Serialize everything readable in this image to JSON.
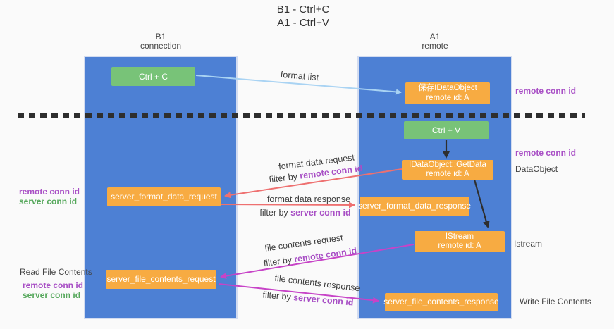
{
  "title": {
    "line1": "B1 - Ctrl+C",
    "line2": "A1 - Ctrl+V"
  },
  "columns": {
    "left": {
      "name": "B1",
      "role": "connection"
    },
    "right": {
      "name": "A1",
      "role": "remote"
    }
  },
  "boxes": {
    "ctrl_c": "Ctrl + C",
    "ctrl_v": "Ctrl + V",
    "save_dataobject": {
      "line1": "保存IDataObject",
      "line2": "remote id: A"
    },
    "getdata": {
      "line1": "IDataObject::GetData",
      "line2": "remote id: A"
    },
    "istream": {
      "line1": "IStream",
      "line2": "remote id: A"
    },
    "server_format_data_request": "server_format_data_request",
    "server_format_data_response": "server_format_data_response",
    "server_file_contents_request": "server_file_contents_request",
    "server_file_contents_response": "server_file_contents_response"
  },
  "messages": {
    "format_list": "format list",
    "format_data_request": {
      "label": "format data request",
      "filter_prefix": "filter by ",
      "filter_key": "remote conn id"
    },
    "format_data_response": {
      "label": "format data response",
      "filter_prefix": "filter by ",
      "filter_key": "server conn id"
    },
    "file_contents_request": {
      "label": "file contents request",
      "filter_prefix": "filter by ",
      "filter_key": "remote conn id"
    },
    "file_contents_response": {
      "label": "file contents response",
      "filter_prefix": "filter by ",
      "filter_key": "server conn id"
    }
  },
  "side_labels": {
    "left_format_remote": "remote conn id",
    "left_format_server": "server conn id",
    "left_read": "Read File Contents",
    "left_file_remote": "remote conn id",
    "left_file_server": "server conn id",
    "right_top_remote": "remote conn id",
    "right_mid_remote": "remote conn id",
    "right_dataobject": "DataObject",
    "right_istream": "Istream",
    "right_write": "Write File Contents"
  },
  "colors": {
    "column_blue": "#4d80d4",
    "box_green": "#78c378",
    "box_orange": "#f7ab42",
    "arrow_blue": "#a9d3f3",
    "arrow_salmon": "#ee7070",
    "arrow_magenta": "#c743c7",
    "arrow_black": "#2e2e2e",
    "label_purple": "#a84fc5",
    "label_green": "#56a85c"
  }
}
